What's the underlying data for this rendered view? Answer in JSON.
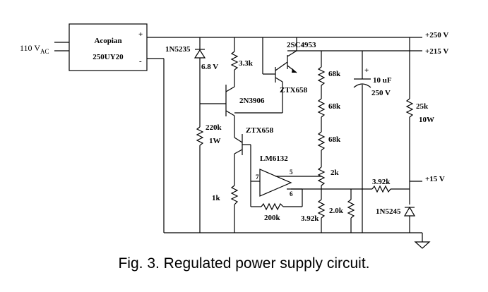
{
  "input": {
    "label_main": "110 V",
    "label_sub": "AC"
  },
  "module": {
    "brand": "Acopian",
    "model": "250UY20",
    "plus": "+",
    "minus": "-"
  },
  "rails": {
    "v250": "+250 V",
    "v215": "+215 V",
    "v15": "+15 V"
  },
  "components": {
    "zener_top_part": "1N5235",
    "zener_top_value": "6.8 V",
    "r_3k3": "3.3k",
    "q_2sc4953": "2SC4953",
    "q_ztx658_top": "ZTX658",
    "q_2n3906": "2N3906",
    "r_220k": "220k",
    "r_220k_power": "1W",
    "q_ztx658_mid": "ZTX658",
    "opamp": "LM6132",
    "pin5": "5",
    "pin7": "7",
    "pin6": "6",
    "r_1k": "1k",
    "r_200k": "200k",
    "r_68k_1": "68k",
    "r_68k_2": "68k",
    "r_68k_3": "68k",
    "pot_2k": "2k",
    "r_3_92k_bottom": "3.92k",
    "r_2_0k": "2.0k",
    "cap_plus": "+",
    "cap_value": "10 uF",
    "cap_voltage": "250 V",
    "r_25k": "25k",
    "r_25k_power": "10W",
    "r_3_92k_series": "3.92k",
    "zener_bottom_part": "1N5245"
  },
  "caption": "Fig. 3. Regulated power supply circuit."
}
